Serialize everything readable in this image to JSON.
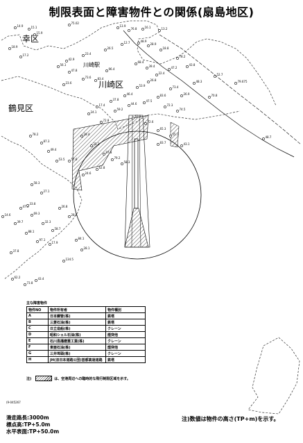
{
  "title": "制限表面と障害物件との関係(扇島地区)",
  "wards": {
    "saiwai": "幸区",
    "kawasaki": "川崎区",
    "tsurumi": "鶴見区"
  },
  "station": "川崎駅",
  "legend": {
    "caption": "主な障害物件",
    "headers": [
      "物件NO",
      "物件所有者",
      "物件種別"
    ],
    "rows": [
      [
        "A",
        "日本鋼管(株)",
        "鉄塔"
      ],
      [
        "B",
        "三菱石油(株)",
        "鉄塔"
      ],
      [
        "C",
        "日立造船(株)",
        "クレーン"
      ],
      [
        "D",
        "昭和シェル石油(株)",
        "煙突他"
      ],
      [
        "E",
        "石川島播磨重工業(株)",
        "クレーン"
      ],
      [
        "F",
        "東亜石油(株)",
        "煙突他"
      ],
      [
        "G",
        "三井埠頭(株)",
        "クレーン"
      ],
      [
        "H",
        "JH(旧日本道路公団)首都高速道路",
        "鉄塔"
      ]
    ],
    "hatch_note": "は、空港周辺への臨時的な飛行制限区域を示す。"
  },
  "footer_code": "(9-045267",
  "spec": [
    "滑走路長:3000m",
    "標点高:TP+5.0m",
    "水平表面:TP+50.0m"
  ],
  "note": "注)数値は物件の高さ(TP+m)を示す。",
  "spot_labels": [
    "14.9",
    "15.1",
    "75.02",
    "15.9",
    "18.9",
    "17.2",
    "13.9",
    "76.8",
    "16.1",
    "13.2",
    "12.7",
    "48.9",
    "28.9",
    "18.8",
    "26.5",
    "23.4",
    "42.9",
    "56.1",
    "47.8",
    "73.6",
    "83.4",
    "78.2",
    "43.8",
    "47.2",
    "22.4",
    "26.8",
    "53.9",
    "46.4",
    "37.8",
    "17.4",
    "24.1",
    "72.8",
    "59.2",
    "44.6",
    "47.5",
    "83.6",
    "73.4",
    "26.9",
    "72.3",
    "74.5",
    "78.2",
    "87.3",
    "49.4",
    "53.5",
    "28.4",
    "25.2",
    "97.8",
    "79.2",
    "58.3",
    "62.8",
    "24.6",
    "57.6",
    "65.3",
    "55.1",
    "43.1",
    "83.7",
    "72.6",
    "62.1",
    "58.3",
    "27.1",
    "47.8",
    "69.3",
    "32.3",
    "58.7",
    "39.7",
    "88.1",
    "97.1",
    "17.9",
    "37.8",
    "33.8",
    "26.8",
    "28.6",
    "62.2",
    "73.8",
    "43.4",
    "84.1",
    "28.1",
    "134.5",
    "14.6",
    "48.7",
    "68.4",
    "39.4",
    "52.7",
    "79.675",
    "70.8",
    "48.3",
    "96.4",
    "23.6"
  ]
}
